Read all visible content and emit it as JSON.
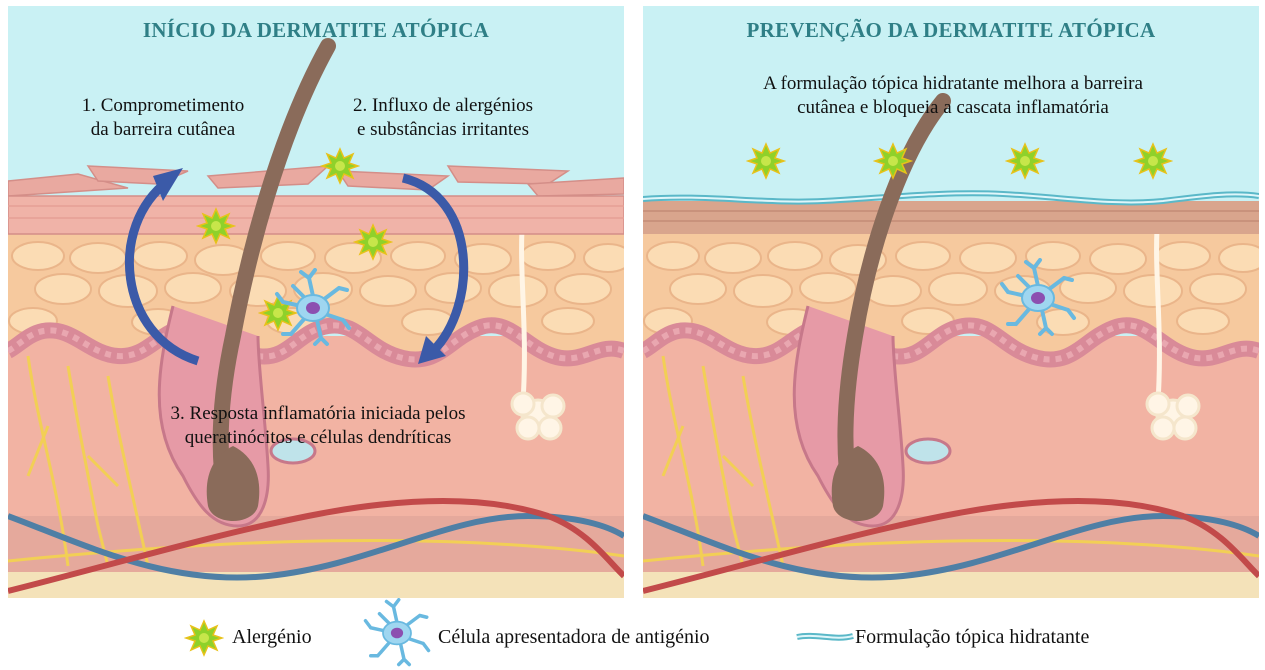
{
  "colors": {
    "sky": "#c9f1f4",
    "title": "#2f7f86",
    "allergen": "#8fd12a",
    "moisturizer": "#5ab8c8",
    "arrow": "#3b5aa8",
    "artery": "#c24a4a",
    "vein": "#4f7fa5",
    "nerve": "#f2cf55",
    "hair": "#8a6b5a"
  },
  "left_panel": {
    "title": "INÍCIO DA DERMATITE  ATÓPICA",
    "label_1_line1": "1. Comprometimento",
    "label_1_line2": "da barreira cutânea",
    "label_2_line1": "2. Influxo de alergénios",
    "label_2_line2": "e substâncias irritantes",
    "label_3_line1": "3. Resposta inflamatória iniciada pelos",
    "label_3_line2": "queratinócitos e células dendríticas"
  },
  "right_panel": {
    "title": "PREVENÇÃO DA DERMATITE  ATÓPICA",
    "caption_line1": "A formulação tópica hidratante melhora a barreira",
    "caption_line2": "cutânea e bloqueia a cascata inflamatória"
  },
  "legend": {
    "allergen": "Alergénio",
    "apc": "Célula apresentadora de antigénio",
    "moisturizer": "Formulação tópica hidratante"
  }
}
